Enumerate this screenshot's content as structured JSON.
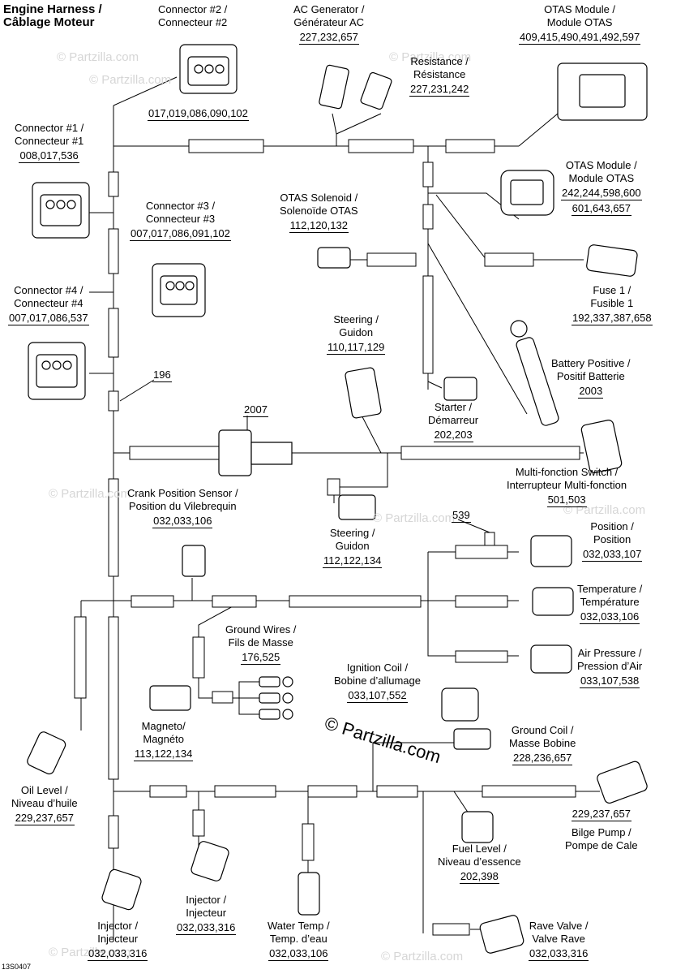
{
  "title": {
    "line1": "Engine Harness /",
    "line2": "Câblage Moteur"
  },
  "diagram_code": "13S0407",
  "watermark": "© Partzilla.com",
  "components": {
    "connector2": {
      "l1": "Connector #2 /",
      "l2": "Connecteur #2",
      "nums": "017,019,086,090,102"
    },
    "ac_gen": {
      "l1": "AC Generator /",
      "l2": "Générateur AC",
      "nums": "227,232,657"
    },
    "resistance": {
      "l1": "Resistance /",
      "l2": "Résistance",
      "nums": "227,231,242"
    },
    "otas1": {
      "l1": "OTAS Module /",
      "l2": "Module OTAS",
      "nums": "409,415,490,491,492,597"
    },
    "connector1": {
      "l1": "Connector #1 /",
      "l2": "Connecteur #1",
      "nums": "008,017,536"
    },
    "otas2": {
      "l1": "OTAS Module /",
      "l2": "Module OTAS",
      "nums": "242,244,598,600",
      "nums2": "601,643,657"
    },
    "connector3": {
      "l1": "Connector #3 /",
      "l2": "Connecteur #3",
      "nums": "007,017,086,091,102"
    },
    "otas_sol": {
      "l1": "OTAS Solenoid /",
      "l2": "Solenoïde OTAS",
      "nums": "112,120,132"
    },
    "connector4": {
      "l1": "Connector #4 /",
      "l2": "Connecteur #4",
      "nums": "007,017,086,537"
    },
    "fuse": {
      "l1": "Fuse 1 /",
      "l2": "Fusible 1",
      "nums": "192,337,387,658"
    },
    "steering1": {
      "l1": "Steering /",
      "l2": "Guidon",
      "nums": "110,117,129"
    },
    "battery": {
      "l1": "Battery Positive /",
      "l2": "Positif Batterie",
      "nums": "2003"
    },
    "ref196": "196",
    "starter": {
      "l1": "Starter /",
      "l2": "Démarreur",
      "nums": "202,203"
    },
    "ref2007": "2007",
    "multifn": {
      "l1": "Multi-fonction Switch /",
      "l2": "Interrupteur Multi-fonction",
      "nums": "501,503"
    },
    "crank": {
      "l1": "Crank Position Sensor /",
      "l2": "Position du Vilebrequin",
      "nums": "032,033,106"
    },
    "ref539": "539",
    "steering2": {
      "l1": "Steering /",
      "l2": "Guidon",
      "nums": "112,122,134"
    },
    "position": {
      "l1": "Position /",
      "l2": "Position",
      "nums": "032,033,107"
    },
    "temperature": {
      "l1": "Temperature /",
      "l2": "Température",
      "nums": "032,033,106"
    },
    "ground_wires": {
      "l1": "Ground Wires /",
      "l2": "Fils de Masse",
      "nums": "176,525"
    },
    "air_pressure": {
      "l1": "Air Pressure /",
      "l2": "Pression d’Air",
      "nums": "033,107,538"
    },
    "ign_coil": {
      "l1": "Ignition Coil /",
      "l2": "Bobine d’allumage",
      "nums": "033,107,552"
    },
    "magneto": {
      "l1": "Magneto/",
      "l2": "Magnéto",
      "nums": "113,122,134"
    },
    "ground_coil": {
      "l1": "Ground Coil /",
      "l2": "Masse Bobine",
      "nums": "228,236,657"
    },
    "oil_level": {
      "l1": "Oil Level /",
      "l2": "Niveau d’huile",
      "nums": "229,237,657"
    },
    "bilge": {
      "nums": "229,237,657",
      "l1": "Bilge Pump /",
      "l2": "Pompe de Cale"
    },
    "fuel_level": {
      "l1": "Fuel Level /",
      "l2": "Niveau d’essence",
      "nums": "202,398"
    },
    "injector1": {
      "l1": "Injector /",
      "l2": "Injecteur",
      "nums": "032,033,316"
    },
    "injector2": {
      "l1": "Injector /",
      "l2": "Injecteur",
      "nums": "032,033,316"
    },
    "water_temp": {
      "l1": "Water Temp /",
      "l2": "Temp. d’eau",
      "nums": "032,033,106"
    },
    "rave": {
      "l1": "Rave Valve /",
      "l2": "Valve Rave",
      "nums": "032,033,316"
    }
  }
}
